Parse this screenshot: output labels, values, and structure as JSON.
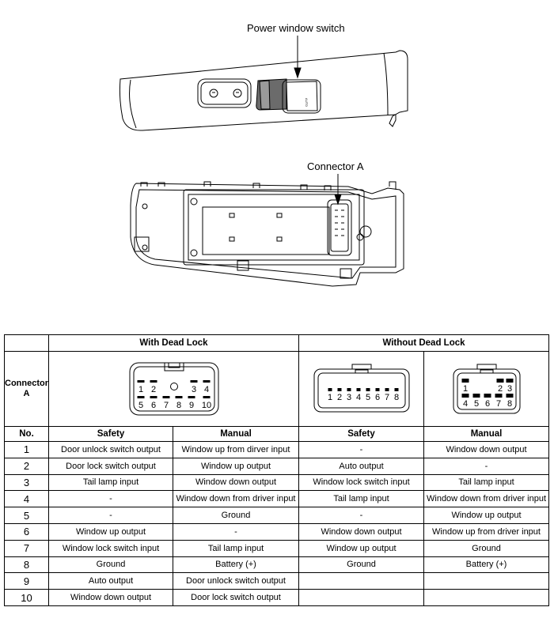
{
  "callouts": {
    "switch_label": "Power window switch",
    "connector_label": "Connector A"
  },
  "table": {
    "connector_label": "Connector A",
    "groups": [
      "With Dead Lock",
      "Without Dead Lock"
    ],
    "no_header": "No.",
    "sub_headers": [
      "Safety",
      "Manual",
      "Safety",
      "Manual"
    ],
    "connectors": [
      {
        "top_pins": [
          "1",
          "2",
          "3",
          "4"
        ],
        "bottom_pins": [
          "5",
          "6",
          "7",
          "8",
          "9",
          "10"
        ]
      },
      {
        "pins": [
          "1",
          "2",
          "3",
          "4",
          "5",
          "6",
          "7",
          "8"
        ]
      },
      {
        "top_pins": [
          "1",
          "2",
          "3"
        ],
        "bottom_pins": [
          "4",
          "5",
          "6",
          "7",
          "8"
        ]
      }
    ],
    "rows": [
      {
        "no": "1",
        "cells": [
          "Door unlock switch output",
          "Window up from dirver input",
          "-",
          "Window down output"
        ]
      },
      {
        "no": "2",
        "cells": [
          "Door lock switch output",
          "Window up output",
          "Auto output",
          "-"
        ]
      },
      {
        "no": "3",
        "cells": [
          "Tail lamp input",
          "Window down output",
          "Window lock switch input",
          "Tail lamp input"
        ]
      },
      {
        "no": "4",
        "cells": [
          "-",
          "Window down from driver input",
          "Tail lamp input",
          "Window down from driver input"
        ]
      },
      {
        "no": "5",
        "cells": [
          "-",
          "Ground",
          "-",
          "Window up output"
        ]
      },
      {
        "no": "6",
        "cells": [
          "Window up output",
          "-",
          "Window down output",
          "Window up from driver input"
        ]
      },
      {
        "no": "7",
        "cells": [
          "Window lock switch input",
          "Tail lamp input",
          "Window up output",
          "Ground"
        ]
      },
      {
        "no": "8",
        "cells": [
          "Ground",
          "Battery (+)",
          "Ground",
          "Battery (+)"
        ]
      },
      {
        "no": "9",
        "cells": [
          "Auto output",
          "Door unlock switch output",
          "",
          ""
        ]
      },
      {
        "no": "10",
        "cells": [
          "Window down output",
          "Door lock switch output",
          "",
          ""
        ]
      }
    ]
  }
}
